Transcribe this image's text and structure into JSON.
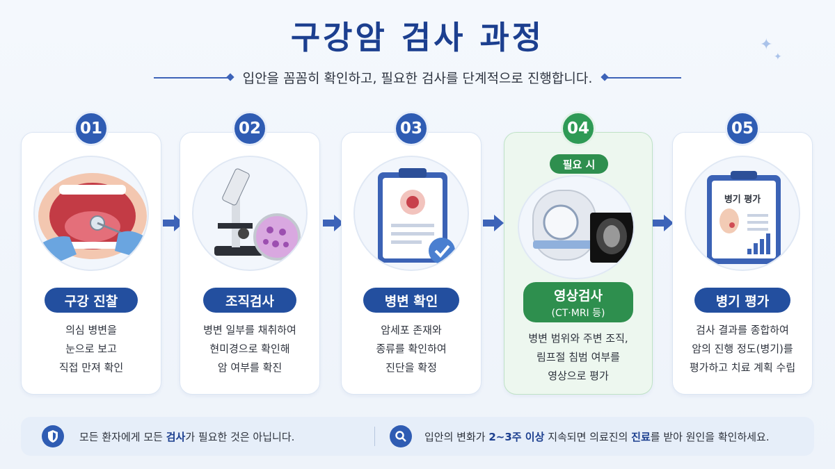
{
  "title": "구강암 검사 과정",
  "subtitle": "입안을 꼼꼼히 확인하고, 필요한 검사를 단계적으로 진행합니다.",
  "steps": [
    {
      "num": "01",
      "label": "구강 진찰",
      "desc": [
        "의심 병변을",
        "눈으로 보고",
        "직접 만져 확인"
      ]
    },
    {
      "num": "02",
      "label": "조직검사",
      "desc": [
        "병변 일부를 채취하여",
        "현미경으로 확인해",
        "암 여부를 확진"
      ]
    },
    {
      "num": "03",
      "label": "병변 확인",
      "desc": [
        "암세포 존재와",
        "종류를 확인하여",
        "진단을 확정"
      ]
    },
    {
      "num": "04",
      "badge": "필요 시",
      "label": "영상검사",
      "label_sub": "(CT·MRI 등)",
      "desc": [
        "병변 범위와 주변 조직,",
        "림프절 침범 여부를",
        "영상으로 평가"
      ]
    },
    {
      "num": "05",
      "label": "병기 평가",
      "doc_title": "병기 평가",
      "desc": [
        "검사 결과를 종합하여",
        "암의 진행 정도(병기)를",
        "평가하고 치료 계획 수립"
      ]
    }
  ],
  "notes": {
    "left": {
      "icon": "shield-icon",
      "pre": "모든 환자에게 모든 ",
      "bold": "검사",
      "post": "가 필요한 것은 아닙니다."
    },
    "right": {
      "icon": "search-icon",
      "pre": "입안의 변화가 ",
      "bold1": "2~3주 이상",
      "mid": " 지속되면 의료진의 ",
      "bold2": "진료",
      "post": "를 받아 원인을 확인하세요."
    }
  },
  "colors": {
    "primary": "#2f5cb3",
    "title": "#1c3f8f",
    "green": "#2e8f4e",
    "arrow": "#3d63b8"
  }
}
